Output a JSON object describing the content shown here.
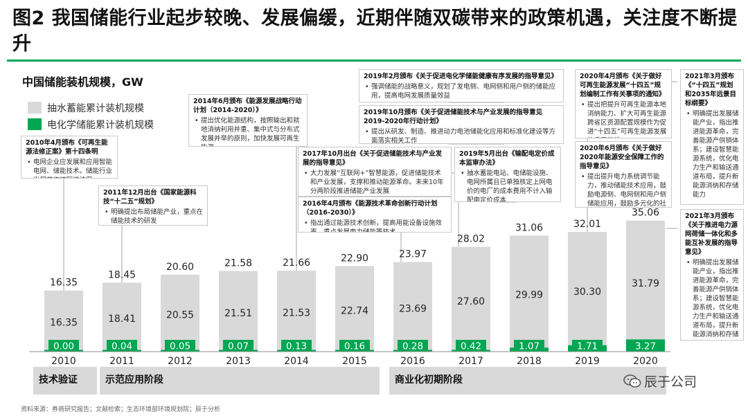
{
  "title": "图2 我国储能行业起步较晚、发展偏缓，近期伴随双碳带来的政策机遇，关注度不断提升",
  "chart_data": {
    "type": "bar",
    "title": "中国储能装机规模，GW",
    "categories": [
      "2010",
      "2011",
      "2012",
      "2013",
      "2014",
      "2015",
      "2016",
      "2017",
      "2018",
      "2019",
      "2020"
    ],
    "series": [
      {
        "name": "抽水蓄能累计装机规模",
        "values": [
          16.35,
          18.41,
          20.55,
          21.51,
          21.53,
          22.74,
          23.69,
          27.6,
          29.99,
          30.3,
          31.79
        ]
      },
      {
        "name": "电化学储能累计装机规模",
        "values": [
          0.0,
          0.04,
          0.05,
          0.07,
          0.13,
          0.16,
          0.28,
          0.42,
          1.07,
          1.71,
          3.27
        ]
      }
    ],
    "totals": [
      "16.35",
      "18.45",
      "20.60",
      "21.58",
      "21.66",
      "22.90",
      "23.97",
      "28.02",
      "31.06",
      "32.01",
      "35.06"
    ],
    "pumped_labels": [
      "16.35",
      "18.41",
      "20.55",
      "21.51",
      "21.53",
      "22.74",
      "23.69",
      "27.60",
      "29.99",
      "30.30",
      "31.79"
    ],
    "chem_labels": [
      "0.00",
      "0.04",
      "0.05",
      "0.07",
      "0.13",
      "0.16",
      "0.28",
      "0.42",
      "1.07",
      "1.71",
      "3.27"
    ],
    "colors": {
      "pumped": "#d9d9d9",
      "chem": "#00a651",
      "note_line": "#a6a6a6",
      "title_rule": "#00a65a"
    },
    "legend_position": "top-left",
    "ylim": [
      0,
      36
    ]
  },
  "notes": [
    {
      "title": "2010年4月颁布《可再生能源法修正案》第十四条明",
      "bullets": [
        "电网企业应发展和应用智能电网、储能技术。储能行业发展首次被写进法案"
      ]
    },
    {
      "title": "2011年12月出台《国家能源科技“十二五”规划》",
      "bullets": [
        "明确提出布局储能产业，重点在储能技术的研发"
      ]
    },
    {
      "title": "2014年6月颁布《能源发展战略行动计划（2014-2020）》",
      "bullets": [
        "提出优化能源结构，按照输出和就地消纳利用并重、集中式与分布式发展并举的原则，加快发展可再生能源"
      ]
    },
    {
      "title": "2017年10月出台《关于促进储能技术与产业发展的指导意见》",
      "bullets": [
        "大力发展“互联网+”智慧能源，促进储能技术和产业发展，支撑和推动能源革命。未来10年分两阶段推进储能产业发展"
      ]
    },
    {
      "title": "2016年4月颁布《能源技术革命创新行动计划（2016-2030）》",
      "bullets": [
        "指出通过能源技术创新，提高用能设备设施效率，重点发展电力储能等技术"
      ]
    },
    {
      "title": "2019年2月颁布《关于促进电化学储能健康有序发展的指导意见》",
      "bullets": [
        "强调储能的战略意义，规划了发电侧、电网侧和用户侧的储能应用，提高电网发展质量效益"
      ]
    },
    {
      "title": "2019年10月颁布《关于促进储能技术与产业发展的指导意见2019-2020年行动计划》",
      "bullets": [
        "提出从研发、制造、推进动力电池储能化应用和标准化建设等方面落实相关工作"
      ]
    },
    {
      "title": "2019年5月出台《输配电定价成本监审办法》",
      "bullets": [
        "抽水蓄能电站、电储能设施、电网所属且已单独核定上网电价的电厂的成本费用不计入输配电定价成本"
      ]
    },
    {
      "title": "2020年4月颁布《关于做好可再生能源发展“十四五”规划编制工作有关事项的通知》",
      "bullets": [
        "提出把提升可再生能源本地消纳能力、扩大可再生能源跨省区资源配置规模作为促进“十四五”可再生能源发展的重要举措"
      ]
    },
    {
      "title": "2020年6月颁布《关于做好2020年能源安全保障工作的指导意见》",
      "bullets": [
        "提出提升电力系统调节能力，推动储能技术应用，鼓励电源侧、电网侧和用户侧储能应用，鼓励多元化的社会资源投资储能建设"
      ]
    },
    {
      "title": "2021年3月颁布《“十四五”规划和2035年远景目标纲要》",
      "bullets": [
        "明确提出发展储能产业，指出推进能源革命，完善能源产供销体系；建设智慧能源系统，优化电力生产和输送通道布局，提升新能源消纳和存储能力"
      ]
    },
    {
      "title": "2021年3月颁布《关于推进电力源网荷储一体化和多能互补发展的指导意见》",
      "bullets": [
        "明确提出发展储能产业，指出推进能源革命，完善能源产供销体系；建设智慧能源系统，优化电力生产和输送通道布局，提升新能源消纳和存储能力"
      ]
    }
  ],
  "phases": [
    "技术验证",
    "示范应用阶段",
    "商业化初期阶段"
  ],
  "source": "资料来源：券商研究报告；文献检索；生态环境部环境规划院；辰于分析",
  "brand": "辰于公司"
}
